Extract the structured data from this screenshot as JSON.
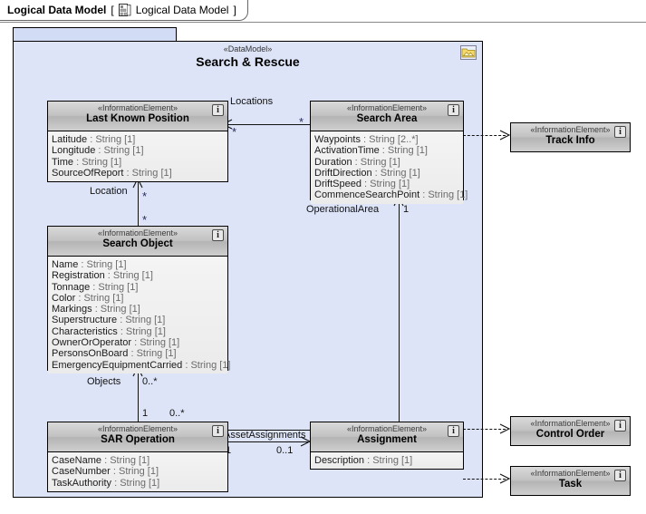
{
  "tab": {
    "title": "Logical Data Model",
    "open_bracket": "[",
    "icon": "diagram-icon",
    "subtitle": "Logical Data Model",
    "close_bracket": "]"
  },
  "package": {
    "stereotype": "«DataModel»",
    "name": "Search & Rescue",
    "icon": "package-folder-icon"
  },
  "classes": [
    {
      "id": "last-known-position",
      "stereotype": "«InformationElement»",
      "name": "Last Known Position",
      "badge": "i",
      "attributes": [
        {
          "name": "Latitude",
          "type": ": String [1]"
        },
        {
          "name": "Longitude",
          "type": ": String [1]"
        },
        {
          "name": "Time",
          "type": ": String [1]"
        },
        {
          "name": "SourceOfReport",
          "type": ": String [1]"
        }
      ]
    },
    {
      "id": "search-area",
      "stereotype": "«InformationElement»",
      "name": "Search Area",
      "badge": "i",
      "attributes": [
        {
          "name": "Waypoints",
          "type": ": String [2..*]"
        },
        {
          "name": "ActivationTime",
          "type": ": String [1]"
        },
        {
          "name": "Duration",
          "type": ": String [1]"
        },
        {
          "name": "DriftDirection",
          "type": ": String [1]"
        },
        {
          "name": "DriftSpeed",
          "type": ": String [1]"
        },
        {
          "name": "CommenceSearchPoint",
          "type": ": String [1]"
        }
      ]
    },
    {
      "id": "search-object",
      "stereotype": "«InformationElement»",
      "name": "Search Object",
      "badge": "i",
      "attributes": [
        {
          "name": "Name",
          "type": ": String [1]"
        },
        {
          "name": "Registration",
          "type": ": String [1]"
        },
        {
          "name": "Tonnage",
          "type": ": String [1]"
        },
        {
          "name": "Color",
          "type": ": String [1]"
        },
        {
          "name": "Markings",
          "type": ": String [1]"
        },
        {
          "name": "Superstructure",
          "type": ": String [1]"
        },
        {
          "name": "Characteristics",
          "type": ": String [1]"
        },
        {
          "name": "OwnerOrOperator",
          "type": ": String [1]"
        },
        {
          "name": "PersonsOnBoard",
          "type": ": String [1]"
        },
        {
          "name": "EmergencyEquipmentCarried",
          "type": ": String [1]"
        }
      ]
    },
    {
      "id": "sar-operation",
      "stereotype": "«InformationElement»",
      "name": "SAR Operation",
      "badge": "i",
      "attributes": [
        {
          "name": "CaseName",
          "type": ": String [1]"
        },
        {
          "name": "CaseNumber",
          "type": ": String [1]"
        },
        {
          "name": "TaskAuthority",
          "type": ": String [1]"
        }
      ]
    },
    {
      "id": "assignment",
      "stereotype": "«InformationElement»",
      "name": "Assignment",
      "badge": "i",
      "attributes": [
        {
          "name": "Description",
          "type": ": String [1]"
        }
      ]
    },
    {
      "id": "track-info",
      "stereotype": "«InformationElement»",
      "name": "Track Info",
      "badge": "i",
      "attributes": []
    },
    {
      "id": "control-order",
      "stereotype": "«InformationElement»",
      "name": "Control Order",
      "badge": "i",
      "attributes": []
    },
    {
      "id": "task",
      "stereotype": "«InformationElement»",
      "name": "Task",
      "badge": "i",
      "attributes": []
    }
  ],
  "associations": [
    {
      "id": "locations",
      "label": "Locations",
      "source_mult": "*",
      "target_mult": "*"
    },
    {
      "id": "location",
      "label": "Location",
      "source_mult": "*",
      "target_mult": "*"
    },
    {
      "id": "operational-area",
      "label": "OperationalArea",
      "source_mult": "1",
      "target_mult": "0..*"
    },
    {
      "id": "objects",
      "label": "Objects",
      "source_mult": "0..*",
      "target_mult": "1"
    },
    {
      "id": "asset-assignments",
      "label": "AssetAssignments",
      "source_mult": "1",
      "target_mult": "0..1"
    }
  ],
  "colors": {
    "package_fill": "#dde4f7",
    "package_tab_fill": "#d2dcf4",
    "class_header": "#c2c2c2",
    "class_body": "#f1f1f1",
    "line": "#111111",
    "attr_type": "#6b6b6b"
  }
}
